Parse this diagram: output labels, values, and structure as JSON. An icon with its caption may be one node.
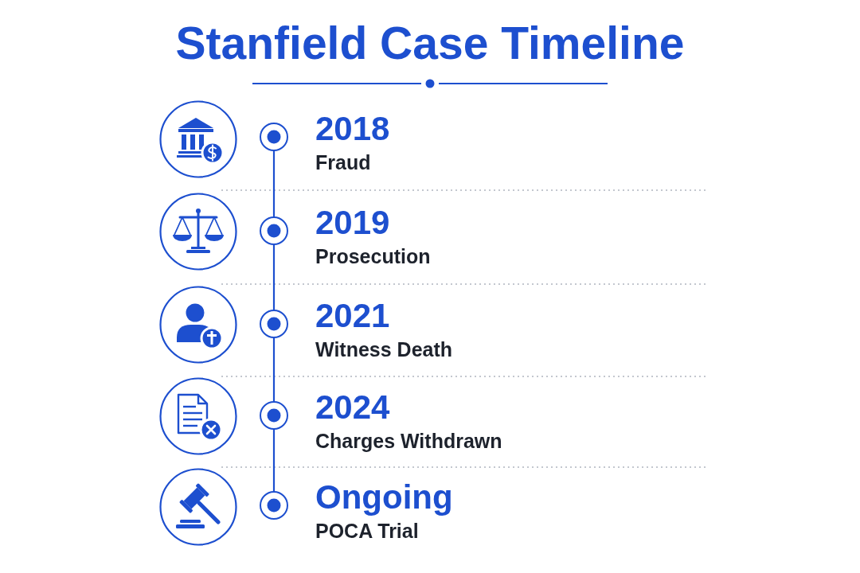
{
  "diagram": {
    "title": "Stanfield Case Timeline",
    "nodes": [
      {
        "text": [],
        "shape": "circle",
        "beside": [
          "2018",
          "Fraud"
        ]
      },
      {
        "text": [],
        "shape": "circle",
        "beside": [
          "2019",
          "Prosecution"
        ]
      },
      {
        "text": [],
        "shape": "circle",
        "beside": [
          "2021",
          "Witness Death"
        ]
      },
      {
        "text": [],
        "shape": "circle",
        "beside": [
          "2024",
          "Charges Withdrawn"
        ]
      },
      {
        "text": [],
        "shape": "circle",
        "beside": [
          "Ongoing",
          "POCA Trial"
        ]
      }
    ],
    "edges": [
      {
        "from": 0,
        "to": 1,
        "arrow": "none"
      },
      {
        "from": 1,
        "to": 2,
        "arrow": "none"
      },
      {
        "from": 2,
        "to": 3,
        "arrow": "none"
      },
      {
        "from": 3,
        "to": 4,
        "arrow": "none"
      }
    ]
  }
}
